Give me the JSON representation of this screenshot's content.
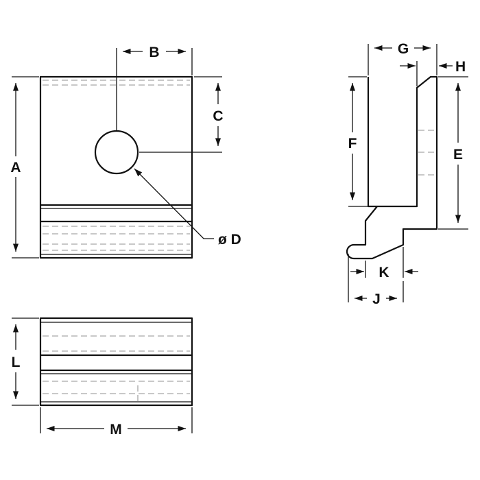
{
  "labels": {
    "a": "A",
    "b": "B",
    "c": "C",
    "d": "ø D",
    "e": "E",
    "f": "F",
    "g": "G",
    "h": "H",
    "j": "J",
    "k": "K",
    "l": "L",
    "m": "M"
  },
  "colors": {
    "line": "#111111",
    "hidden_line": "#b5b5b5",
    "background": "#ffffff"
  }
}
